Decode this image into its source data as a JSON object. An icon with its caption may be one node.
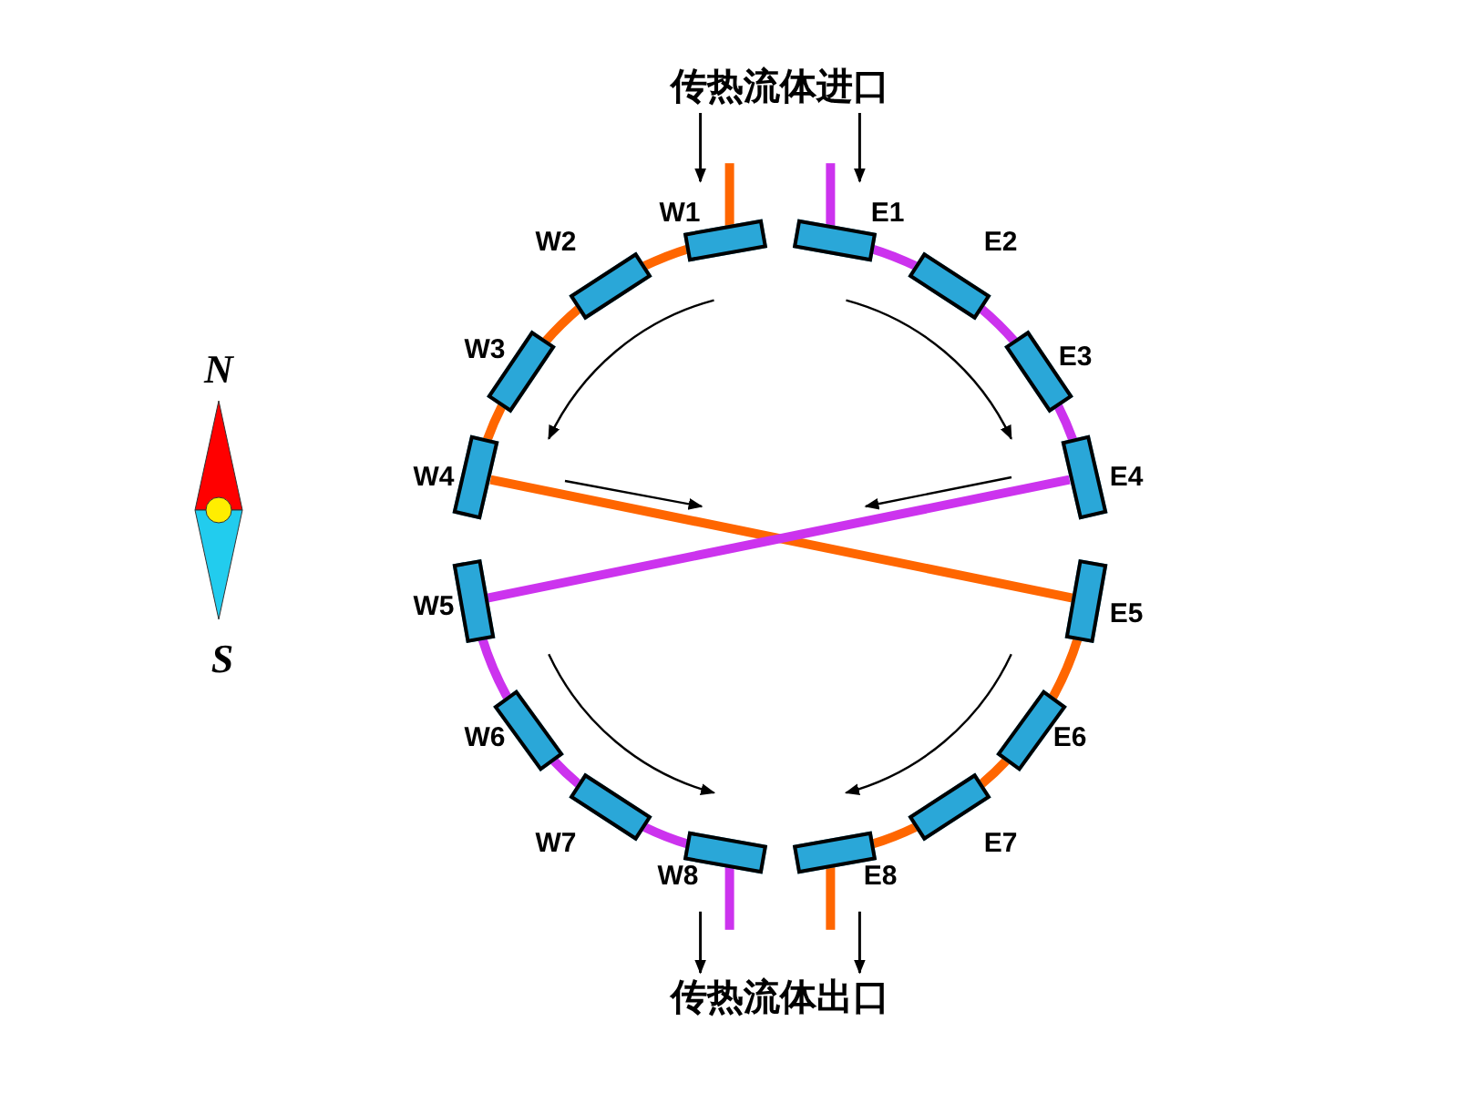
{
  "diagram": {
    "nodes": [
      {
        "text": [
          "传热流体进口"
        ]
      },
      {
        "text": [],
        "shape": "box",
        "beside": [
          "W1"
        ]
      },
      {
        "text": [],
        "shape": "box",
        "beside": [
          "W2"
        ]
      },
      {
        "text": [],
        "shape": "box",
        "beside": [
          "W3"
        ]
      },
      {
        "text": [],
        "shape": "box",
        "beside": [
          "W4"
        ]
      },
      {
        "text": [],
        "shape": "box",
        "beside": [
          "W5"
        ]
      },
      {
        "text": [],
        "shape": "box",
        "beside": [
          "W6"
        ]
      },
      {
        "text": [],
        "shape": "box",
        "beside": [
          "W7"
        ]
      },
      {
        "text": [],
        "shape": "box",
        "beside": [
          "W8"
        ]
      },
      {
        "text": [],
        "shape": "box",
        "beside": [
          "E1"
        ]
      },
      {
        "text": [],
        "shape": "box",
        "beside": [
          "E2"
        ]
      },
      {
        "text": [],
        "shape": "box",
        "beside": [
          "E3"
        ]
      },
      {
        "text": [],
        "shape": "box",
        "beside": [
          "E4"
        ]
      },
      {
        "text": [],
        "shape": "box",
        "beside": [
          "E5"
        ]
      },
      {
        "text": [],
        "shape": "box",
        "beside": [
          "E6"
        ]
      },
      {
        "text": [],
        "shape": "box",
        "beside": [
          "E7"
        ]
      },
      {
        "text": [],
        "shape": "box",
        "beside": [
          "E8"
        ]
      },
      {
        "text": [
          "传热流体出口"
        ]
      }
    ],
    "edges": [
      {
        "from": 0,
        "to": 1,
        "arrow": "to",
        "color": "#000000"
      },
      {
        "from": 0,
        "to": 9,
        "arrow": "to",
        "color": "#000000"
      },
      {
        "from": 1,
        "to": 2,
        "arrow": "none",
        "color": "#ff6600"
      },
      {
        "from": 2,
        "to": 3,
        "arrow": "none",
        "color": "#ff6600"
      },
      {
        "from": 3,
        "to": 4,
        "arrow": "none",
        "color": "#ff6600"
      },
      {
        "from": 4,
        "to": 13,
        "arrow": "none",
        "color": "#ff6600"
      },
      {
        "from": 13,
        "to": 14,
        "arrow": "none",
        "color": "#ff6600"
      },
      {
        "from": 14,
        "to": 15,
        "arrow": "none",
        "color": "#ff6600"
      },
      {
        "from": 15,
        "to": 16,
        "arrow": "none",
        "color": "#ff6600"
      },
      {
        "from": 9,
        "to": 10,
        "arrow": "none",
        "color": "#cc33ee"
      },
      {
        "from": 10,
        "to": 11,
        "arrow": "none",
        "color": "#cc33ee"
      },
      {
        "from": 11,
        "to": 12,
        "arrow": "none",
        "color": "#cc33ee"
      },
      {
        "from": 12,
        "to": 5,
        "arrow": "none",
        "color": "#cc33ee"
      },
      {
        "from": 5,
        "to": 6,
        "arrow": "none",
        "color": "#cc33ee"
      },
      {
        "from": 6,
        "to": 7,
        "arrow": "none",
        "color": "#cc33ee"
      },
      {
        "from": 7,
        "to": 8,
        "arrow": "none",
        "color": "#cc33ee"
      },
      {
        "from": 8,
        "to": 17,
        "arrow": "to",
        "color": "#000000"
      },
      {
        "from": 16,
        "to": 17,
        "arrow": "to",
        "color": "#000000"
      }
    ],
    "labels": [
      "N",
      "S"
    ]
  }
}
